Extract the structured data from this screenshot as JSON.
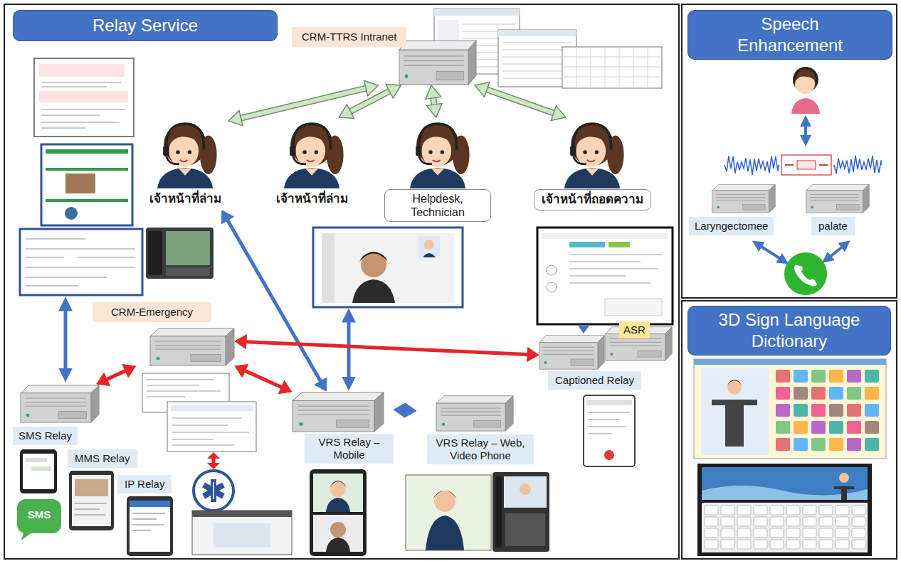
{
  "diagram": {
    "nodes": [
      {
        "text": [
          "Relay Service"
        ]
      },
      {
        "text": [
          "CRM-TTRS Intranet"
        ],
        "in": 0
      },
      {
        "text": [
          "เจ้าหน้าที่ล่าม"
        ],
        "in": 0
      },
      {
        "text": [
          "เจ้าหน้าที่ล่าม"
        ],
        "in": 0
      },
      {
        "text": [
          "Helpdesk, Technician"
        ],
        "in": 0
      },
      {
        "text": [
          "เจ้าหน้าที่ถอดความ"
        ],
        "in": 0
      },
      {
        "text": [
          "CRM-Emergency"
        ],
        "in": 0
      },
      {
        "text": [
          "ASR"
        ],
        "in": 0
      },
      {
        "text": [
          "Captioned Relay"
        ],
        "in": 0
      },
      {
        "text": [
          "SMS Relay"
        ],
        "in": 0
      },
      {
        "text": [
          "MMS Relay"
        ],
        "in": 0
      },
      {
        "text": [
          "IP Relay"
        ],
        "in": 0
      },
      {
        "text": [
          "VRS Relay – Mobile"
        ],
        "in": 0
      },
      {
        "text": [
          "VRS Relay – Web, Video Phone"
        ],
        "in": 0
      },
      {
        "text": [
          "Speech Enhancement"
        ]
      },
      {
        "text": [
          "Laryngectomee"
        ],
        "in": 14
      },
      {
        "text": [
          "palate"
        ],
        "in": 14
      },
      {
        "text": [
          "3D Sign Language Dictionary"
        ]
      }
    ],
    "edges": [
      {
        "from": 1,
        "to": 2,
        "arrow": "both"
      },
      {
        "from": 1,
        "to": 3,
        "arrow": "both"
      },
      {
        "from": 1,
        "to": 4,
        "arrow": "both"
      },
      {
        "from": 1,
        "to": 5,
        "arrow": "both"
      },
      {
        "from": 2,
        "to": 12,
        "arrow": "both"
      },
      {
        "from": 6,
        "to": 9,
        "arrow": "both"
      },
      {
        "from": 6,
        "to": 12,
        "arrow": "both"
      },
      {
        "from": 6,
        "to": 8,
        "arrow": "both"
      },
      {
        "from": 12,
        "to": 13,
        "arrow": "both"
      }
    ],
    "labels": [
      "SMS"
    ]
  }
}
